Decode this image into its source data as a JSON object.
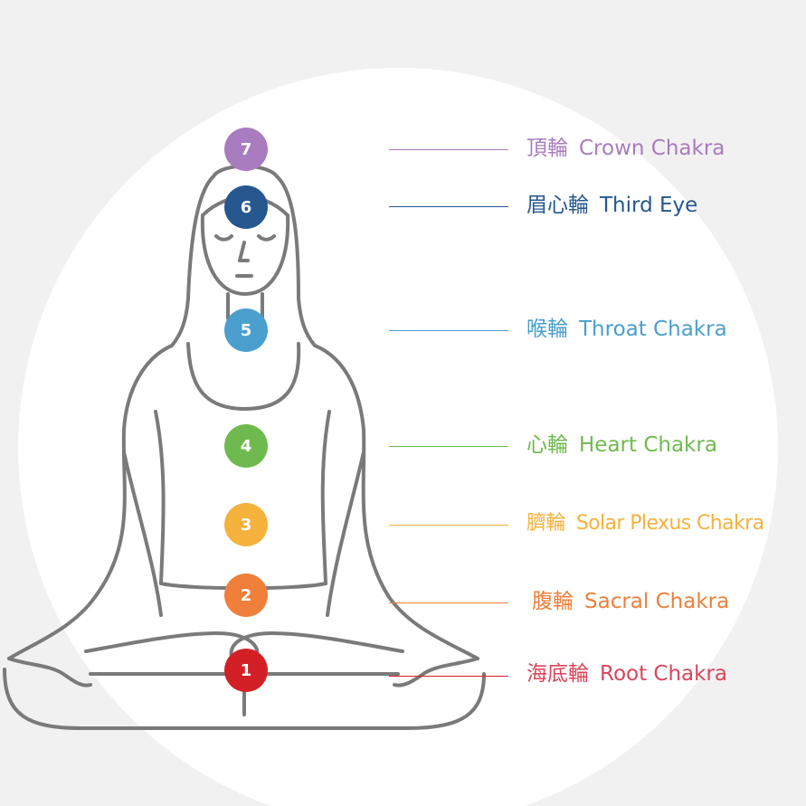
{
  "chakras": [
    {
      "number": "7",
      "zh": "頂輪",
      "en": "Crown Chakra",
      "color": "#a97bbf"
    },
    {
      "number": "6",
      "zh": "眉心輪",
      "en": "Third Eye",
      "color": "#26578f"
    },
    {
      "number": "5",
      "zh": "喉輪",
      "en": "Throat Chakra",
      "color": "#4a9fce"
    },
    {
      "number": "4",
      "zh": "心輪",
      "en": "Heart Chakra",
      "color": "#6fba4e"
    },
    {
      "number": "3",
      "zh": "臍輪",
      "en": "Solar Plexus Chakra",
      "color": "#f5b23d"
    },
    {
      "number": "2",
      "zh": "腹輪",
      "en": "Sacral Chakra",
      "color": "#ef7f3a"
    },
    {
      "number": "1",
      "zh": "海底輪",
      "en": "Root Chakra",
      "color": "#d32027"
    }
  ],
  "label_colors": {
    "crown": "#a97bbf",
    "third_eye": "#26578f",
    "throat": "#4a9fce",
    "heart": "#6fba4e",
    "solar": "#f5b23d",
    "sacral": "#ef7f3a",
    "root": "#d9465a"
  },
  "icons": {
    "figure": "meditating-figure-icon"
  }
}
